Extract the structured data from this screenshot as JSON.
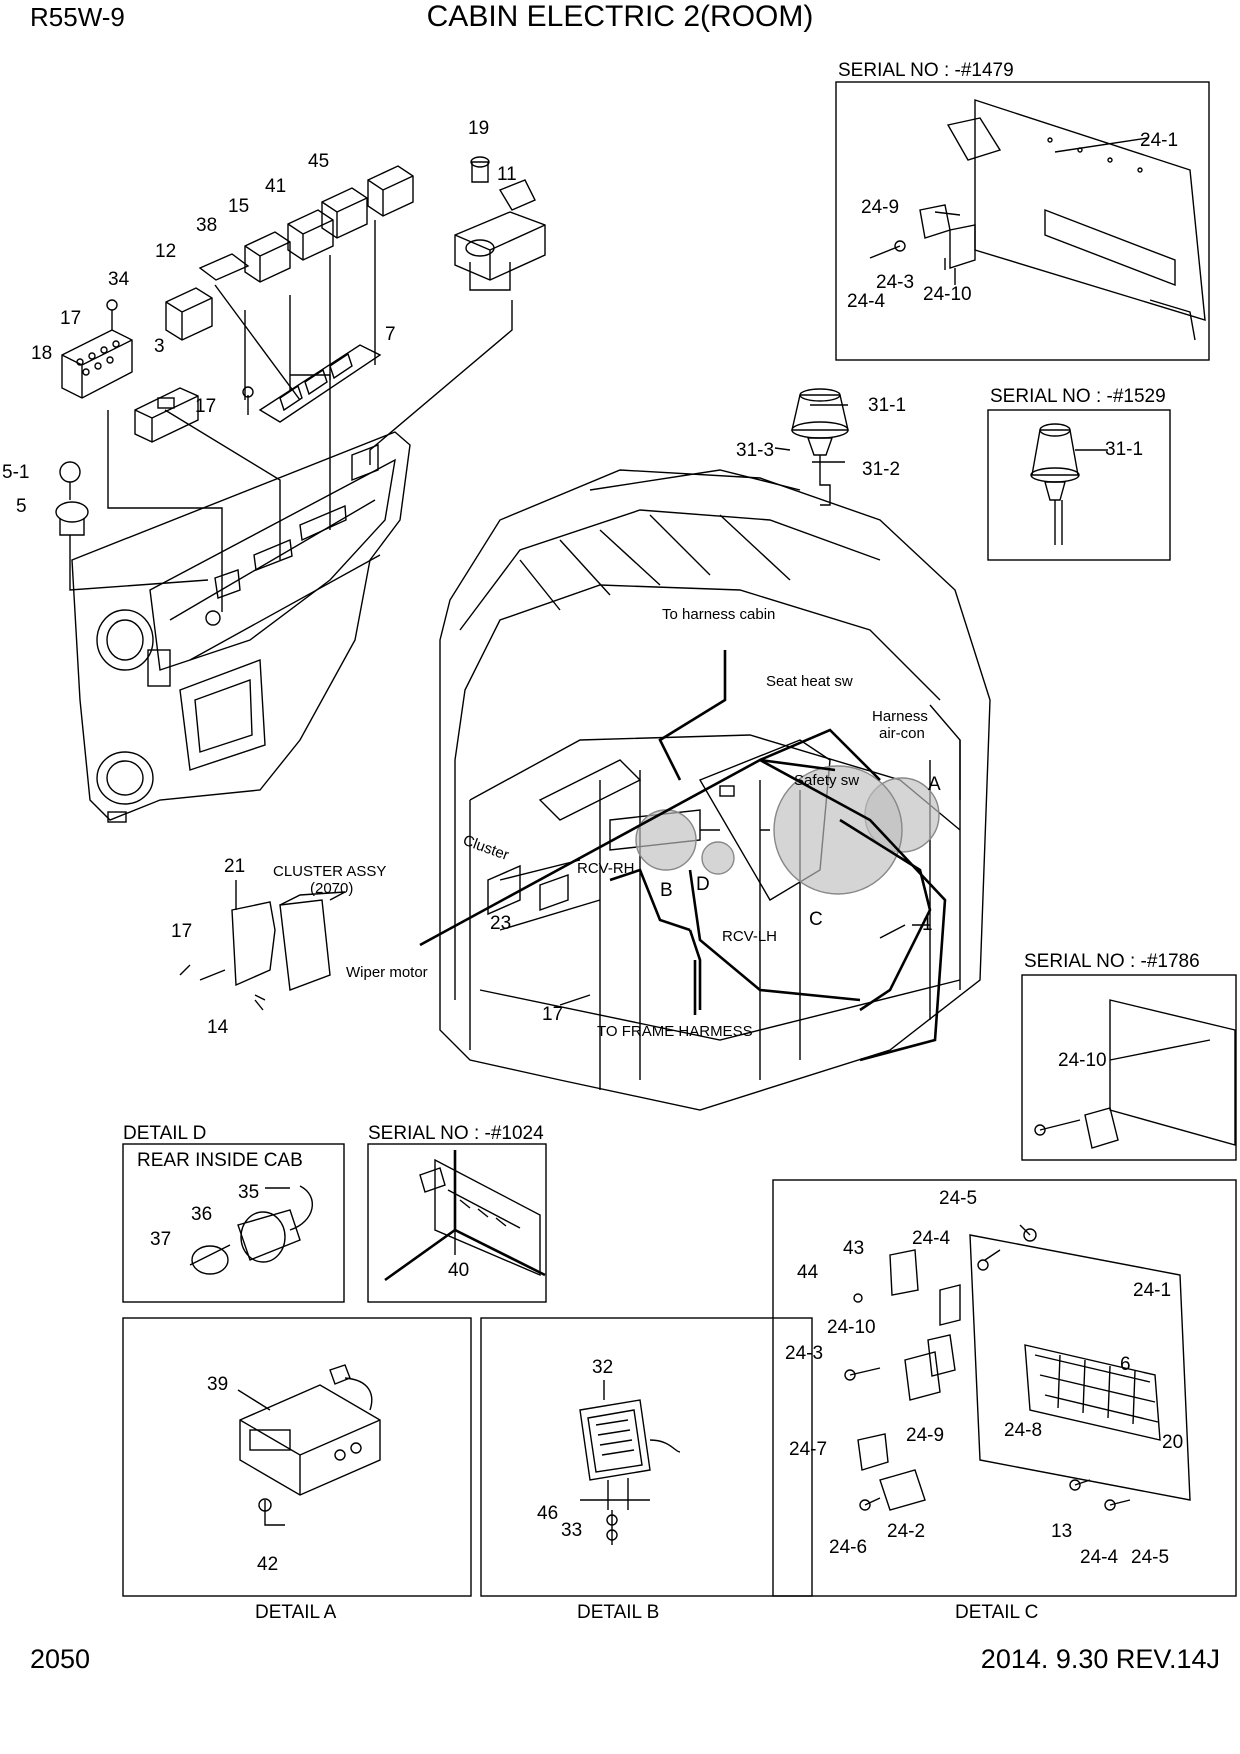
{
  "header": {
    "model": "R55W-9",
    "title": "CABIN ELECTRIC 2(ROOM)"
  },
  "footer": {
    "page_number": "2050",
    "revision": "2014. 9.30  REV.14J"
  },
  "panels": {
    "serial_1479": {
      "heading": "SERIAL NO : -#1479",
      "labels": [
        "24-1",
        "24-9",
        "24-3",
        "24-4",
        "24-10"
      ]
    },
    "serial_1529": {
      "heading": "SERIAL NO : -#1529",
      "labels": [
        "31-1"
      ]
    },
    "serial_1786": {
      "heading": "SERIAL NO : -#1786",
      "labels": [
        "24-10"
      ]
    },
    "serial_1024": {
      "heading": "SERIAL NO : -#1024",
      "labels": [
        "40"
      ]
    },
    "detail_d": {
      "heading": "DETAIL D",
      "subheading": "REAR INSIDE CAB",
      "labels": [
        "35",
        "36",
        "37"
      ]
    },
    "detail_a": {
      "caption": "DETAIL A",
      "labels": [
        "39",
        "42"
      ]
    },
    "detail_b": {
      "caption": "DETAIL B",
      "labels": [
        "32",
        "46",
        "33"
      ]
    },
    "detail_c": {
      "caption": "DETAIL C",
      "labels": [
        "24-5",
        "43",
        "24-4",
        "44",
        "24-1",
        "24-10",
        "24-3",
        "6",
        "24-9",
        "24-8",
        "24-7",
        "20",
        "13",
        "24-6",
        "24-2",
        "24-4",
        "24-5"
      ]
    }
  },
  "console_labels": [
    "19",
    "11",
    "45",
    "41",
    "15",
    "38",
    "12",
    "34",
    "17",
    "7",
    "18",
    "3",
    "17",
    "5-1",
    "5"
  ],
  "cabin_annotations": {
    "part_labels": [
      "31-1",
      "31-3",
      "31-2",
      "1",
      "23",
      "17",
      "21",
      "17",
      "14"
    ],
    "text": [
      "To harness cabin",
      "Seat heat sw",
      "Harness",
      "air-con",
      "Safety sw",
      "Cluster",
      "RCV-RH",
      "RCV-LH",
      "Wiper motor",
      "TO FRAME HARMESS"
    ],
    "cluster_assy": [
      "CLUSTER ASSY",
      "(2070)"
    ],
    "detail_letters": [
      "A",
      "B",
      "C",
      "D"
    ]
  }
}
